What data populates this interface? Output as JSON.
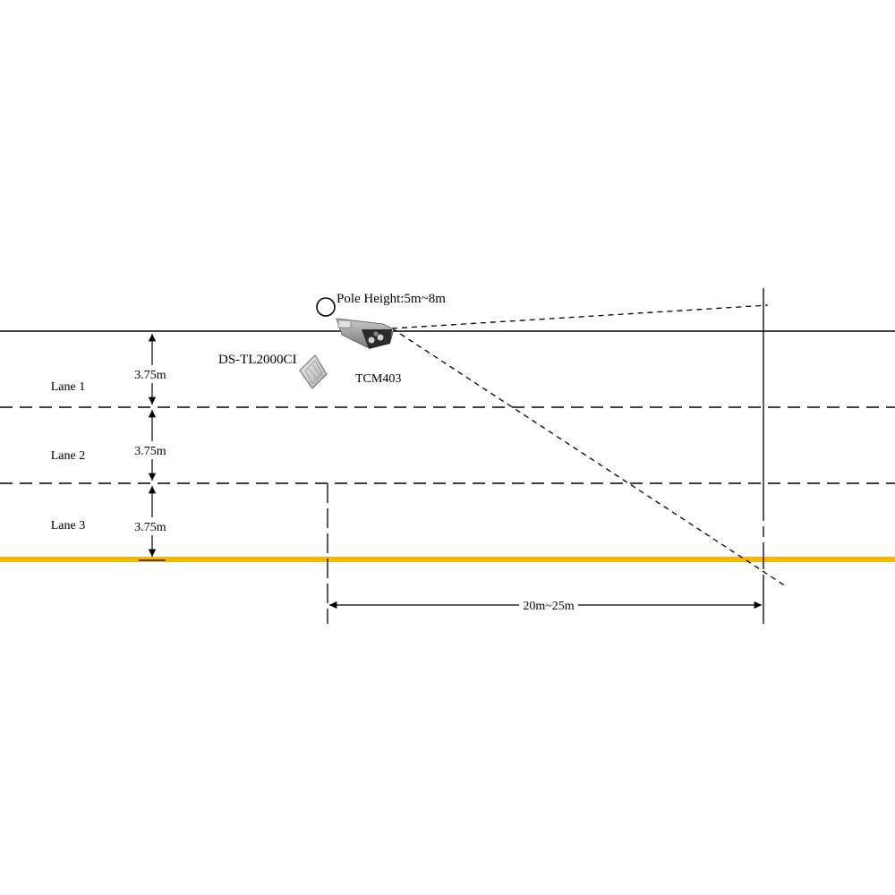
{
  "labels": {
    "lane_1": "Lane 1",
    "lane_2": "Lane 2",
    "lane_3": "Lane 3",
    "lane_width_1": "3.75m",
    "lane_width_2": "3.75m",
    "lane_width_3": "3.75m",
    "pole_height": "Pole  Height:5m~8m",
    "radar_model": "DS-TL2000CI",
    "camera_model": "TCM403",
    "distance": "20m~25m"
  },
  "colors": {
    "road_edge_line": "#f5b800",
    "lines": "#000000"
  }
}
